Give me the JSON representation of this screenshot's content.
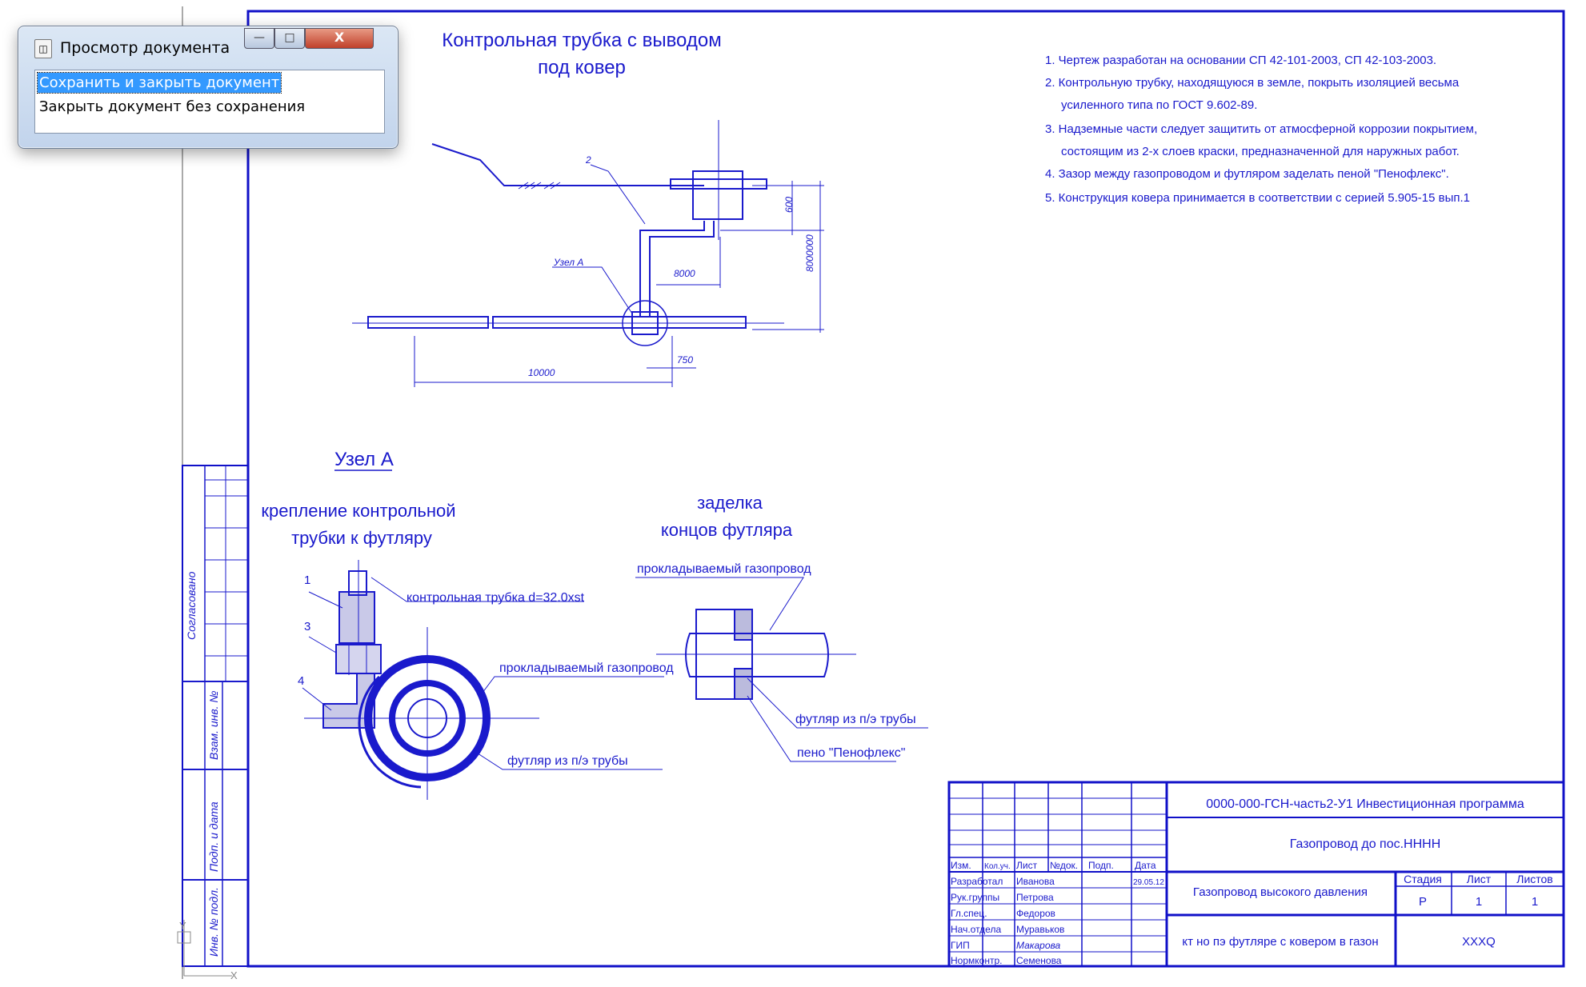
{
  "dialog": {
    "title": "Просмотр документа",
    "items": [
      "Сохранить и закрыть документ",
      "Закрыть документ без сохранения"
    ],
    "minimize_glyph": "—",
    "maximize_glyph": "□",
    "close_glyph": "X",
    "icon": "document-icon"
  },
  "drawing": {
    "title_line1": "Контрольная трубка с выводом",
    "title_line2": "под ковер",
    "notes": [
      "1. Чертеж разработан на основании СП 42-101-2003, СП 42-103-2003.",
      "2. Контрольную трубку, находящуюся в земле, покрыть изоляцией весьма",
      "усиленного типа по ГОСТ 9.602-89.",
      "3. Надземные части следует защитить от атмосферной коррозии покрытием,",
      "состоящим из 2-х слоев краски, предназначенной для наружных работ.",
      "4. Зазор между газопроводом и футляром заделать пеной \"Пенофлекс\".",
      "5. Конструкция ковера принимается в соответствии с серией 5.905-15 вып.1"
    ],
    "dims": {
      "d600": "600",
      "d8000": "8000",
      "d10000": "10000",
      "d8000v": "8000000",
      "d750": "750"
    },
    "labels": {
      "pos2": "2",
      "uzel_a_ref": "Узел А"
    },
    "uzel_a": "Узел А",
    "section1_line1": "крепление контрольной",
    "section1_line2": "трубки к футляру",
    "section2_line1": "заделка",
    "section2_line2": "концов футляра",
    "callouts": {
      "c1": "1",
      "c3": "3",
      "c4": "4",
      "tube": "контрольная трубка d=32.0xst",
      "gas1": "прокладываемый газопровод",
      "case1": "футляр из п/э трубы",
      "gas2": "прокладываемый газопровод",
      "case2": "футляр из п/э трубы",
      "foam": "пено \"Пенофлекс\""
    },
    "side_labels": [
      "Согласовано",
      "Взам. инв. №",
      "Подп. и дата",
      "Инв. № подл."
    ],
    "axis_y": "Y",
    "axis_x": "X"
  },
  "title_block": {
    "code": "0000-000-ГСН-часть2-У1 Инвестиционная программа",
    "project": "Газопровод до пос.НННН",
    "object": "Газопровод высокого давления",
    "sheet_title": "кт но пэ футляре с ковером в газон",
    "org": "XXXQ",
    "headers": [
      "Изм.",
      "Кол.уч.",
      "Лист",
      "№док.",
      "Подп.",
      "Дата"
    ],
    "roles": [
      "Разработал",
      "Рук.группы",
      "Гл.спец.",
      "Нач.отдела",
      "ГИП",
      "Нормконтр."
    ],
    "names": [
      "Иванова",
      "Петрова",
      "Федоров",
      "Муравьков",
      "Макарова",
      "Семенова"
    ],
    "date": "29.05.12",
    "stage_header": "Стадия",
    "sheet_header": "Лист",
    "sheets_header": "Листов",
    "stage": "Р",
    "sheet": "1",
    "sheets": "1"
  },
  "colors": {
    "ink": "#1a1acc",
    "frame": "#1010c8",
    "dialog_select": "#3399ff"
  }
}
